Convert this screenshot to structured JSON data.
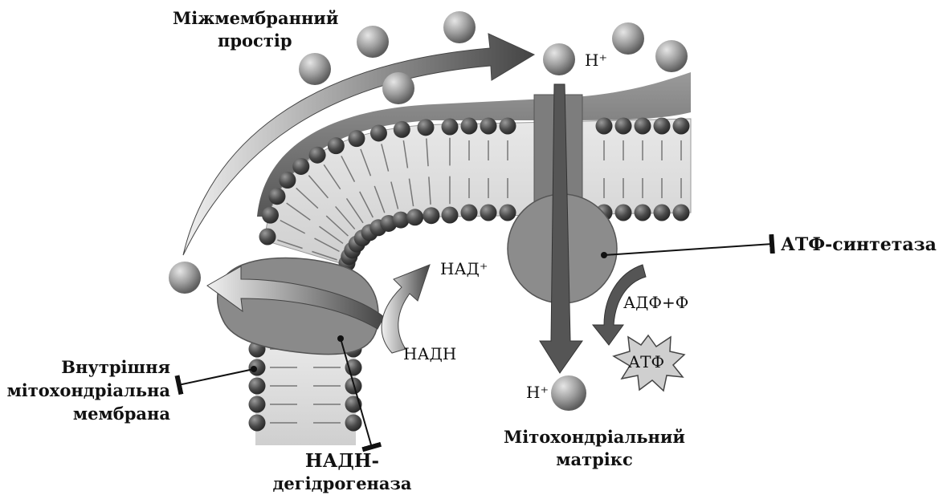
{
  "labels": {
    "intermembrane_space_line1": "Міжмембранний",
    "intermembrane_space_line2": "простір",
    "h_plus_top": "Н⁺",
    "atp_synthase": "АТФ-синтетаза",
    "nad_plus": "НАД⁺",
    "adp_p": "АДФ+Ф",
    "nadh": "НАДН",
    "atp": "АТФ",
    "inner_membrane_line1": "Внутрішня",
    "inner_membrane_line2": "мітохондріальна",
    "inner_membrane_line3": "мембрана",
    "h_plus_bottom": "Н⁺",
    "matrix_line1": "Мітохондріальний",
    "matrix_line2": "матрікс",
    "nadh_dehydrogenase_line1": "НАДН-",
    "nadh_dehydrogenase_line2": "дегідрогеназа"
  },
  "colors": {
    "protein": "#8a8a8a",
    "membrane_head": "#555555",
    "arrow": "#555555",
    "proton": "#a9a9a9"
  }
}
